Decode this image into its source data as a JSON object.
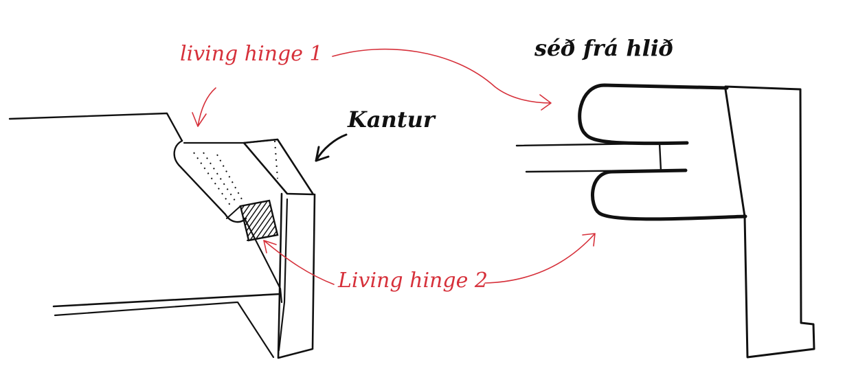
{
  "labels": {
    "living_hinge_1": "living hinge 1",
    "living_hinge_2": "Living hinge 2",
    "kantur": "Kantur",
    "side_view": "séð frá hlið"
  },
  "colors": {
    "ink": "#111111",
    "annotation": "#d6303a",
    "background": "#ffffff"
  }
}
